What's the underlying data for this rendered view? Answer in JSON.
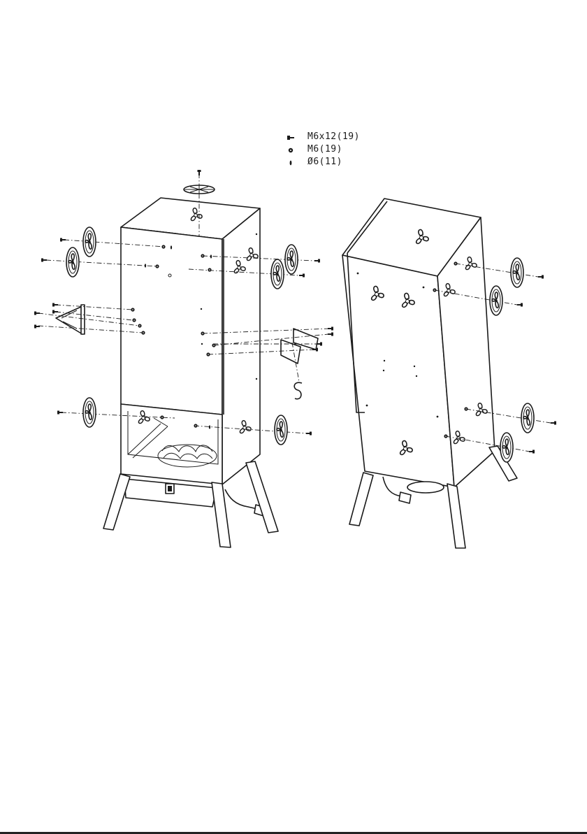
{
  "diagram": {
    "legend": [
      {
        "icon": "screw-icon",
        "label": "M6x12(19)"
      },
      {
        "icon": "nut-icon",
        "label": "M6(19)"
      },
      {
        "icon": "washer-icon",
        "label": "Ø6(11)"
      }
    ]
  }
}
